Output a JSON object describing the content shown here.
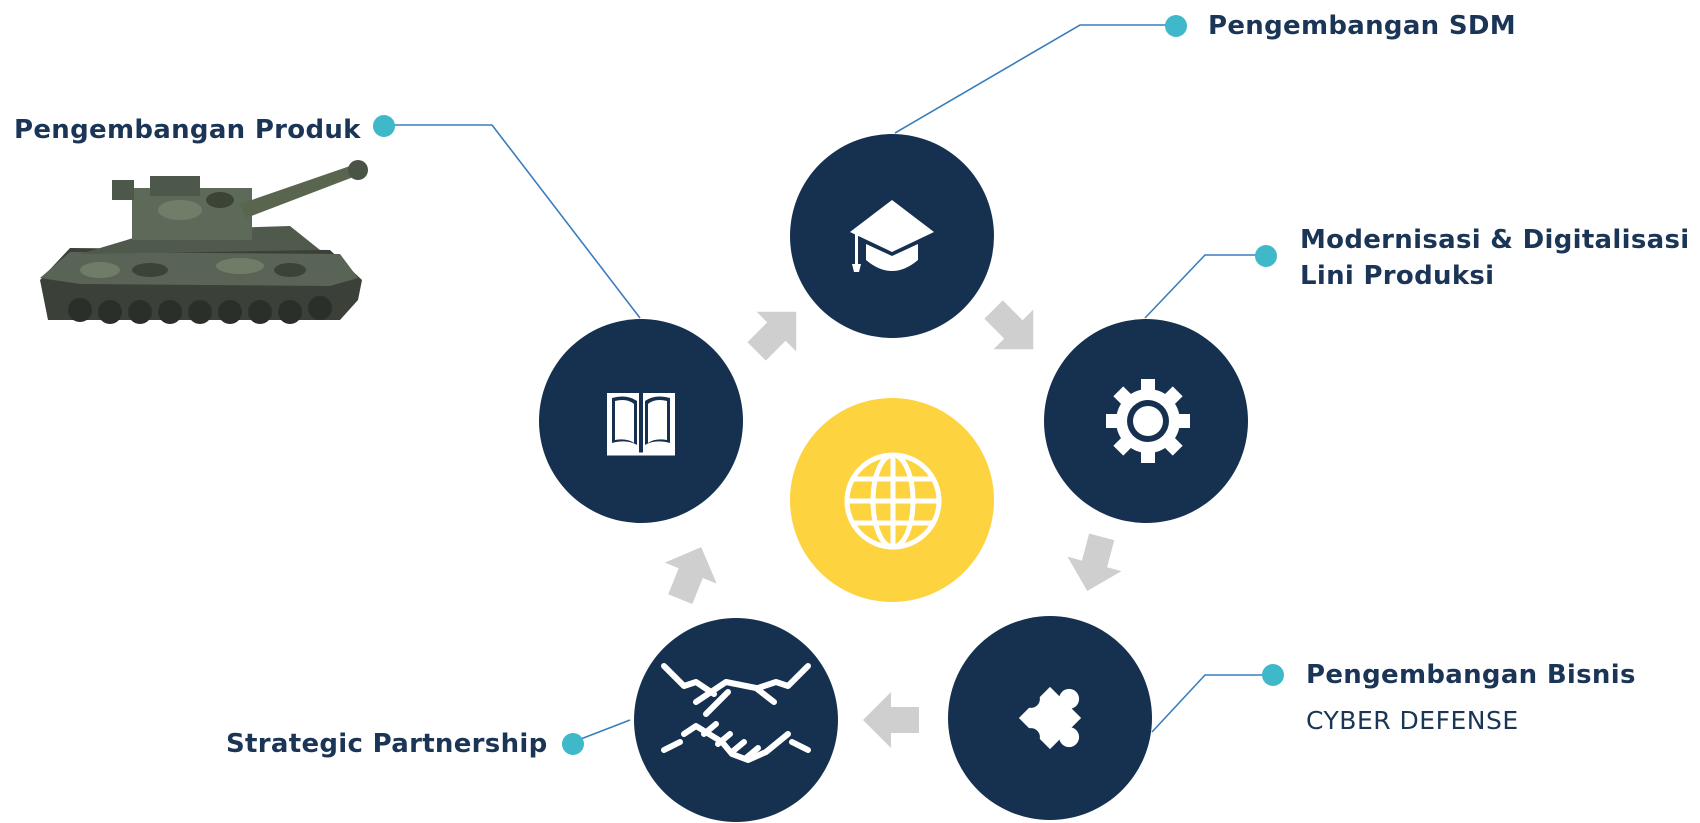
{
  "labels": {
    "sdm": "Pengembangan SDM",
    "produk": "Pengembangan Produk",
    "modernisasi_line1": "Modernisasi & Digitalisasi",
    "modernisasi_line2": "Lini Produksi",
    "bisnis": "Pengembangan Bisnis",
    "bisnis_sub": "CYBER DEFENSE",
    "partnership": "Strategic Partnership"
  },
  "colors": {
    "navy": "#16304f",
    "yellow": "#fdd33f",
    "teal": "#3fb9c9",
    "arrow_gray": "#cfcfcf",
    "connector": "#3a7dbd",
    "text": "#1b3556"
  },
  "icons": {
    "top": "graduation-cap-icon",
    "right": "gear-icon",
    "bottom_right": "puzzle-piece-icon",
    "bottom_left": "handshake-icon",
    "left": "open-book-icon",
    "center": "globe-icon"
  }
}
